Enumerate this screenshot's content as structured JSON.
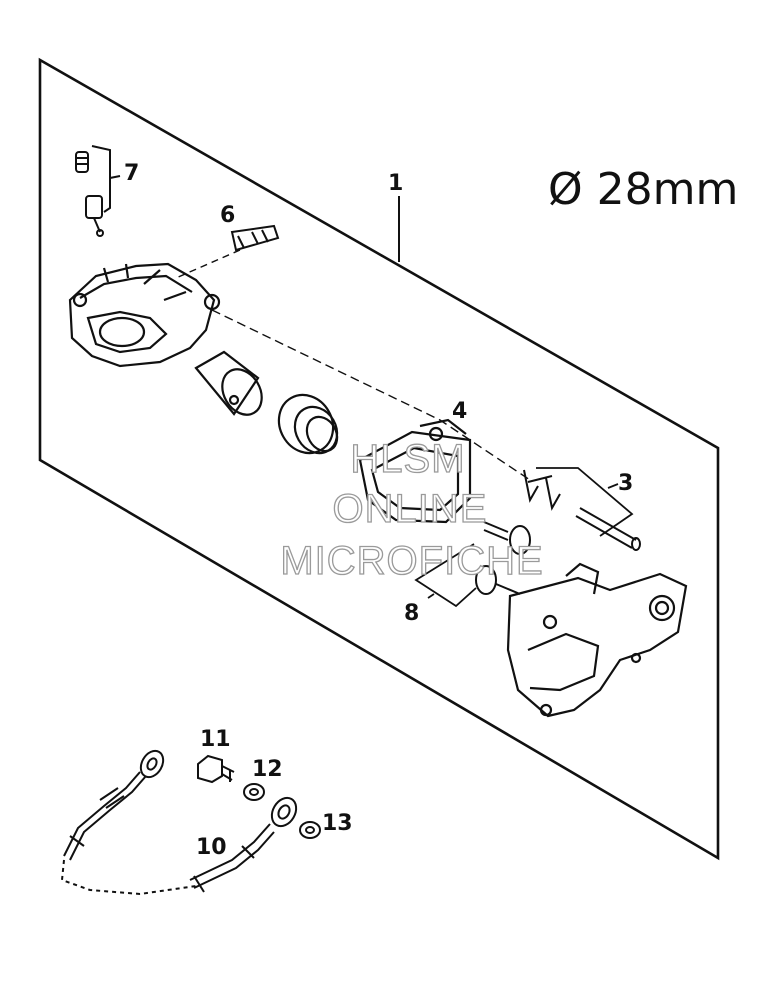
{
  "diagram": {
    "spec_label": "Ø 28mm",
    "callouts": {
      "c1": "1",
      "c3": "3",
      "c4": "4",
      "c6": "6",
      "c7": "7",
      "c8": "8",
      "c10": "10",
      "c11": "11",
      "c12": "12",
      "c13": "13"
    },
    "watermark": {
      "line1": "HLSM",
      "line2": "ONLINE",
      "line3": "MICROFICHE"
    }
  },
  "colors": {
    "line": "#111111",
    "background": "#ffffff",
    "watermark_stroke": "#9a9a9a"
  }
}
